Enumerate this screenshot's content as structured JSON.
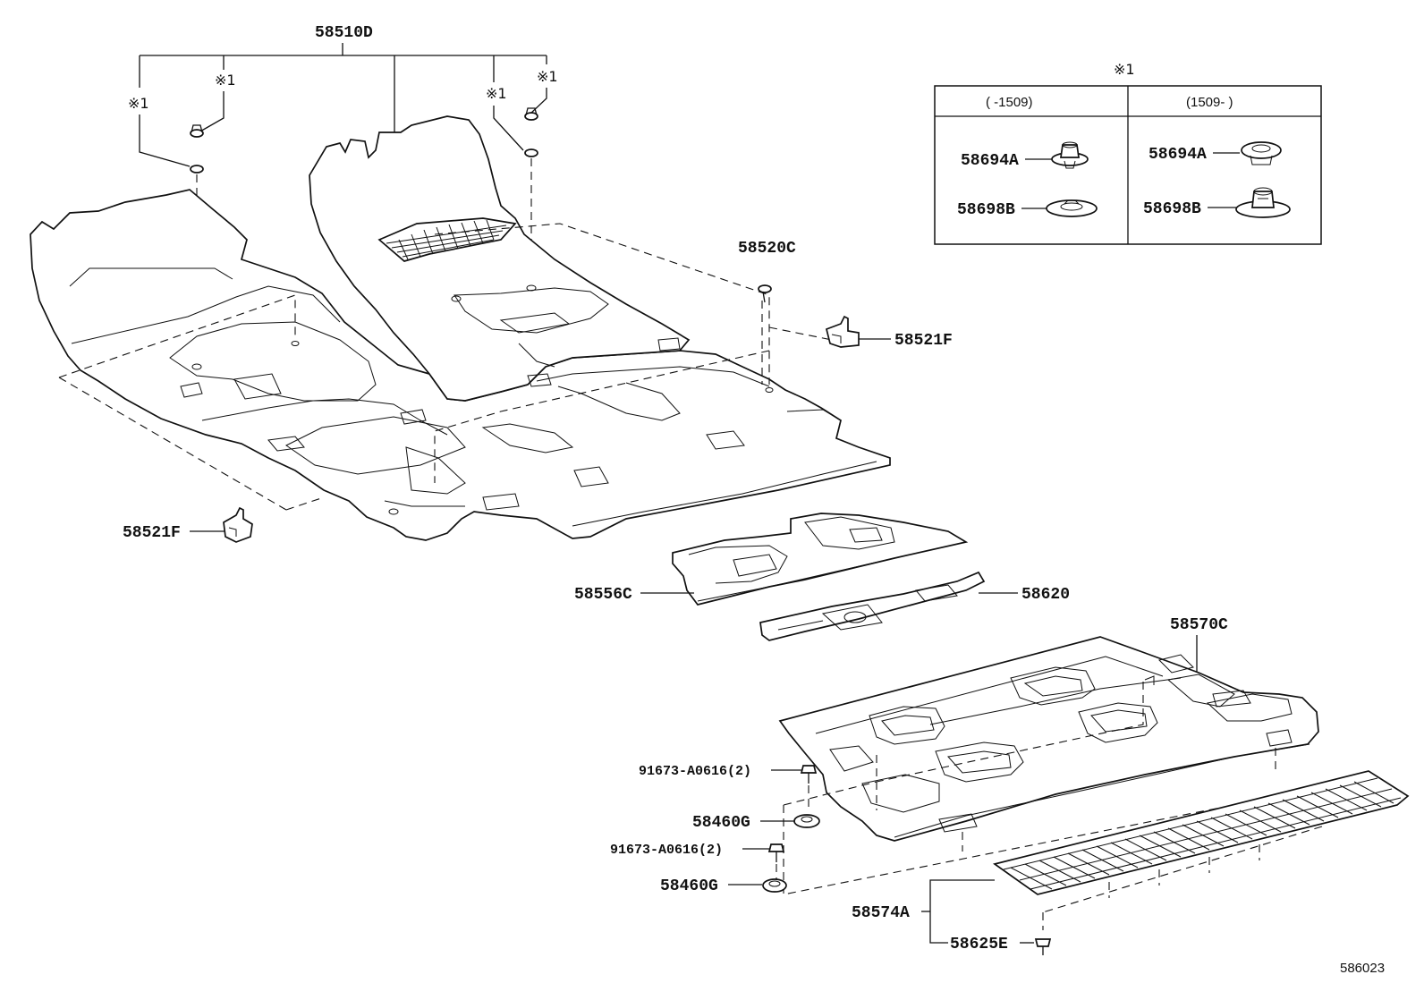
{
  "parts": {
    "p58510D": "58510D",
    "p58520C": "58520C",
    "p58521F_right": "58521F",
    "p58521F_left": "58521F",
    "p58556C": "58556C",
    "p58620": "58620",
    "p58570C": "58570C",
    "p91673_upper": "91673-A0616(2)",
    "p58460G_upper": "58460G",
    "p91673_lower": "91673-A0616(2)",
    "p58460G_lower": "58460G",
    "p58574A": "58574A",
    "p58625E": "58625E"
  },
  "notes": {
    "note1_a": "※1",
    "note1_b": "※1",
    "note1_c": "※1",
    "note1_d": "※1",
    "table_note": "※1"
  },
  "legend_table": {
    "col_left_header": "(      -1509)",
    "col_right_header": "(1509-      )",
    "left_row1": "58694A",
    "left_row2": "58698B",
    "right_row1": "58694A",
    "right_row2": "58698B"
  },
  "figure_id": "586023"
}
